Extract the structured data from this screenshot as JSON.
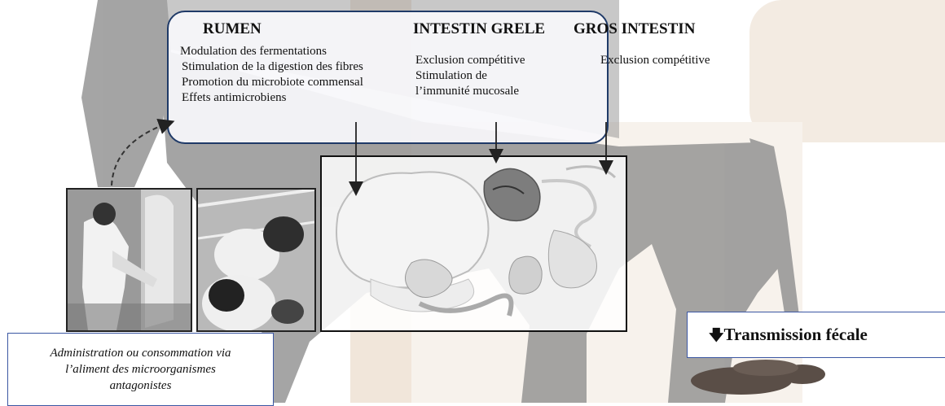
{
  "effects": {
    "rumen": {
      "title": "RUMEN",
      "items": [
        "Modulation des fermentations",
        "Stimulation de la digestion des fibres",
        "Promotion du microbiote commensal",
        "Effets antimicrobiens"
      ]
    },
    "intestin_grele": {
      "title": "INTESTIN GRELE",
      "items": [
        "Exclusion compétitive",
        "Stimulation de",
        "l’immunité mucosale"
      ]
    },
    "gros_intestin": {
      "title": "GROS INTESTIN",
      "items": [
        "Exclusion compétitive"
      ]
    }
  },
  "caption": {
    "lines": [
      "Administration ou consommation via",
      "l’aliment des microorganismes",
      "antagonistes"
    ]
  },
  "transmission": {
    "icon": "down-arrow-icon",
    "label": "Transmission fécale"
  },
  "colors": {
    "box_border": "#1f3a68",
    "caption_border": "#3b57a3",
    "cow_silhouette": "#8c8c8c",
    "band": "#f3ebe2"
  }
}
